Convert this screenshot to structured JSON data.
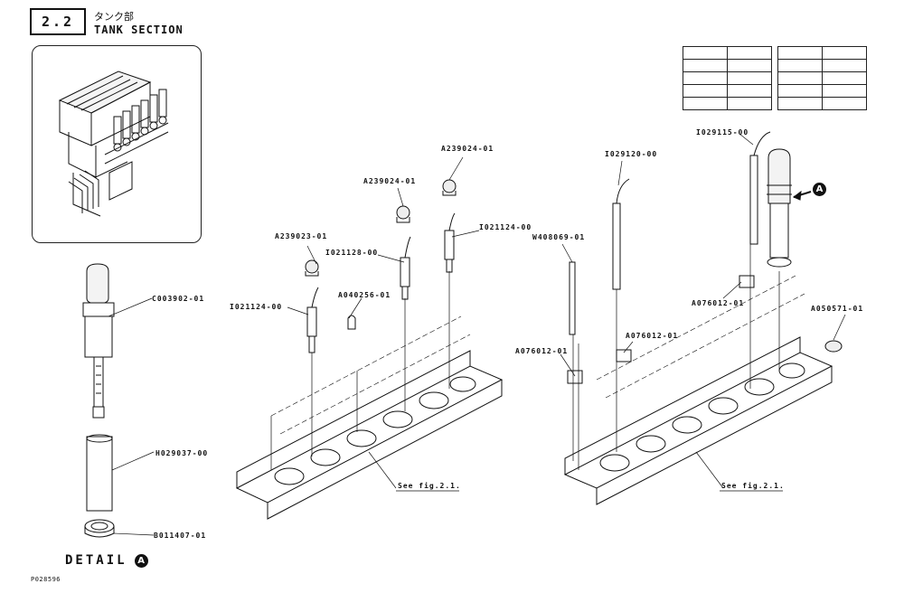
{
  "section": {
    "number": "2.2",
    "title_jp": "タンク部",
    "title": "TANK SECTION"
  },
  "detail": {
    "label": "DETAIL",
    "marker": "A"
  },
  "document_id": "P028596",
  "callouts": {
    "detail_column": [
      "C003902-01",
      "H029037-00",
      "B011407-01"
    ],
    "center_assembly": [
      "A239024-01",
      "A239024-01",
      "I021124-00",
      "A239023-01",
      "I021128-00",
      "A040256-01",
      "I021124-00"
    ],
    "right_assembly": [
      "I029115-00",
      "I029120-00",
      "W408069-01",
      "A076012-01",
      "A076012-01",
      "A076012-01",
      "A050571-01"
    ]
  },
  "see_refs": [
    "See fig.2.1.",
    "See fig.2.1."
  ]
}
